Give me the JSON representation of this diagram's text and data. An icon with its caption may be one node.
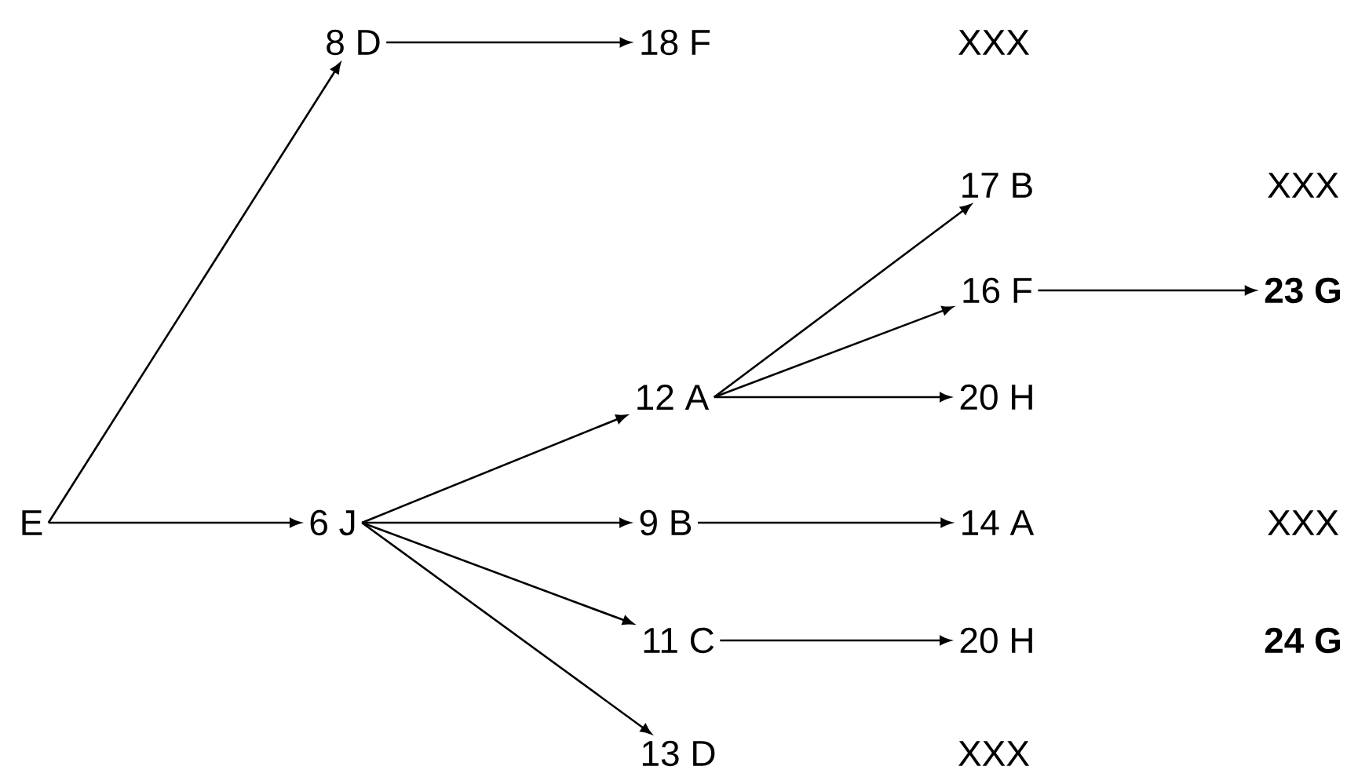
{
  "diagram": {
    "nodes": [
      {
        "text": [
          "E"
        ]
      },
      {
        "text": [
          "8 D"
        ]
      },
      {
        "text": [
          "18 F"
        ]
      },
      {
        "text": [
          "6 J"
        ]
      },
      {
        "text": [
          "12 A"
        ]
      },
      {
        "text": [
          "9 B"
        ]
      },
      {
        "text": [
          "11 C"
        ]
      },
      {
        "text": [
          "13 D"
        ]
      },
      {
        "text": [
          "17 B"
        ]
      },
      {
        "text": [
          "16 F"
        ]
      },
      {
        "text": [
          "20 H"
        ]
      },
      {
        "text": [
          "23 G"
        ]
      },
      {
        "text": [
          "14 A"
        ]
      },
      {
        "text": [
          "20 H"
        ]
      }
    ],
    "edges": [
      {
        "from": 0,
        "to": 1,
        "arrow": "to"
      },
      {
        "from": 0,
        "to": 3,
        "arrow": "to"
      },
      {
        "from": 1,
        "to": 2,
        "arrow": "to"
      },
      {
        "from": 3,
        "to": 4,
        "arrow": "to"
      },
      {
        "from": 3,
        "to": 5,
        "arrow": "to"
      },
      {
        "from": 3,
        "to": 6,
        "arrow": "to"
      },
      {
        "from": 3,
        "to": 7,
        "arrow": "to"
      },
      {
        "from": 4,
        "to": 8,
        "arrow": "to"
      },
      {
        "from": 4,
        "to": 9,
        "arrow": "to"
      },
      {
        "from": 4,
        "to": 10,
        "arrow": "to"
      },
      {
        "from": 9,
        "to": 11,
        "arrow": "to"
      },
      {
        "from": 5,
        "to": 12,
        "arrow": "to"
      },
      {
        "from": 6,
        "to": 13,
        "arrow": "to"
      }
    ],
    "labels": [
      "XXX",
      "XXX",
      "XXX",
      "24 G",
      "XXX"
    ]
  }
}
